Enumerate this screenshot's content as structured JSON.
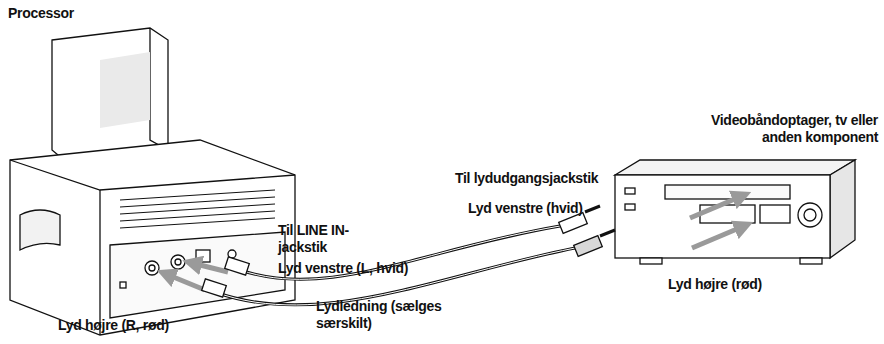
{
  "diagram": {
    "labels": [
      "Processor",
      "Videobåndoptager, tv eller anden komponent",
      "Til lydudgangsjackstik",
      "Lyd venstre (hvid)",
      "Til LINE IN-jackstik",
      "Lyd venstre (L, hvid)",
      "Lyd højre (rød)",
      "Lyd højre (R, rød)",
      "Lydledning (sælges særskilt)"
    ]
  }
}
